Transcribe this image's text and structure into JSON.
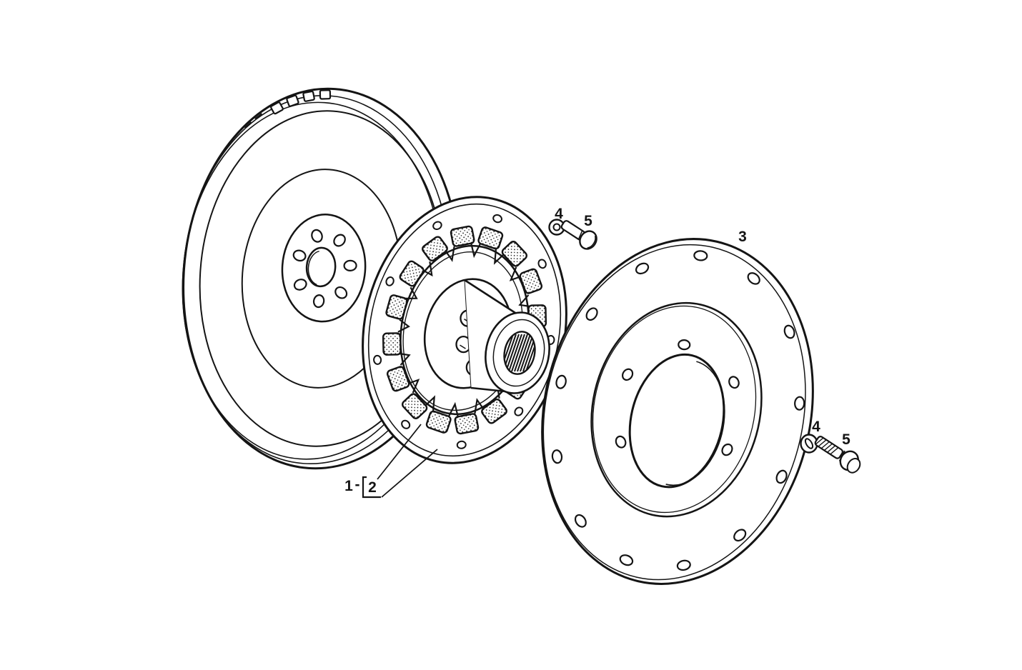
{
  "colors": {
    "ink": "#141414",
    "paper": "#ffffff"
  },
  "callouts": {
    "damper_group": {
      "part1": "1",
      "separator": "-",
      "part2": "2"
    },
    "drive_plate": {
      "number": "3"
    },
    "washer_top": {
      "number": "4"
    },
    "bolt_top": {
      "number": "5"
    },
    "washer_side": {
      "number": "4"
    },
    "bolt_side": {
      "number": "5"
    }
  },
  "geometry": {
    "flywheel_bolt_holes": 7,
    "ring_gear_teeth": 4,
    "damper_flange_holes": 9,
    "damper_spring_segments": 16,
    "damper_hub_bolts": 5,
    "plate_rim_holes": 13,
    "plate_center_holes": 6
  }
}
